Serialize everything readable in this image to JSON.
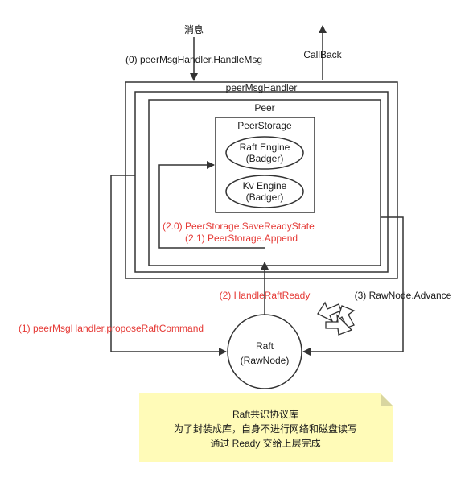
{
  "labels": {
    "message": "消息",
    "handle_msg": "(0) peerMsgHandler.HandleMsg",
    "callback": "CallBack",
    "peer_msg_handler": "peerMsgHandler",
    "peer": "Peer",
    "peer_storage": "PeerStorage",
    "raft_engine_l1": "Raft Engine",
    "raft_engine_l2": "(Badger)",
    "kv_engine_l1": "Kv Engine",
    "kv_engine_l2": "(Badger)",
    "save_ready_state": "(2.0) PeerStorage.SaveReadyState",
    "append": "(2.1) PeerStorage.Append",
    "handle_raft_ready": "(2) HandleRaftReady",
    "raw_node_advance": "(3) RawNode.Advance",
    "propose_raft_command": "(1) peerMsgHandler.proposeRaftCommand",
    "raft_l1": "Raft",
    "raft_l2": "(RawNode)"
  },
  "note": {
    "line1": "Raft共识协议库",
    "line2": "为了封装成库，自身不进行网络和磁盘读写",
    "line3": "通过 Ready 交给上层完成"
  },
  "colors": {
    "red_label": "#e53935",
    "note_fill": "#fffbb8",
    "note_fold": "#d9d6a0",
    "stroke": "#333333"
  }
}
